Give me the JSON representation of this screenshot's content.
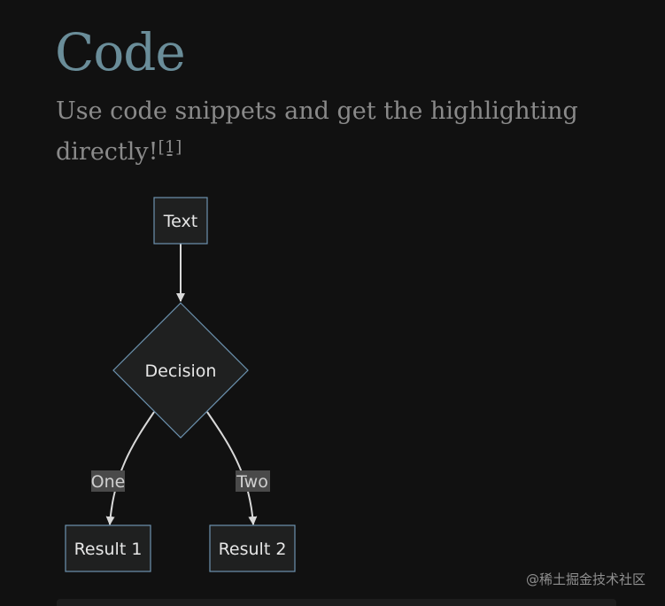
{
  "page": {
    "title": "Code",
    "description": "Use code snippets and get the highlighting directly!",
    "footnote_ref": "[1]"
  },
  "diagram": {
    "nodes": {
      "text": "Text",
      "decision": "Decision",
      "result1": "Result 1",
      "result2": "Result 2"
    },
    "edges": {
      "one": "One",
      "two": "Two"
    },
    "colors": {
      "node_fill": "#1f2020",
      "node_stroke": "#6d93b0",
      "edge": "#d9d9d9",
      "edge_label_bg": "#4a4a4a"
    }
  },
  "watermark": "@稀土掘金技术社区"
}
